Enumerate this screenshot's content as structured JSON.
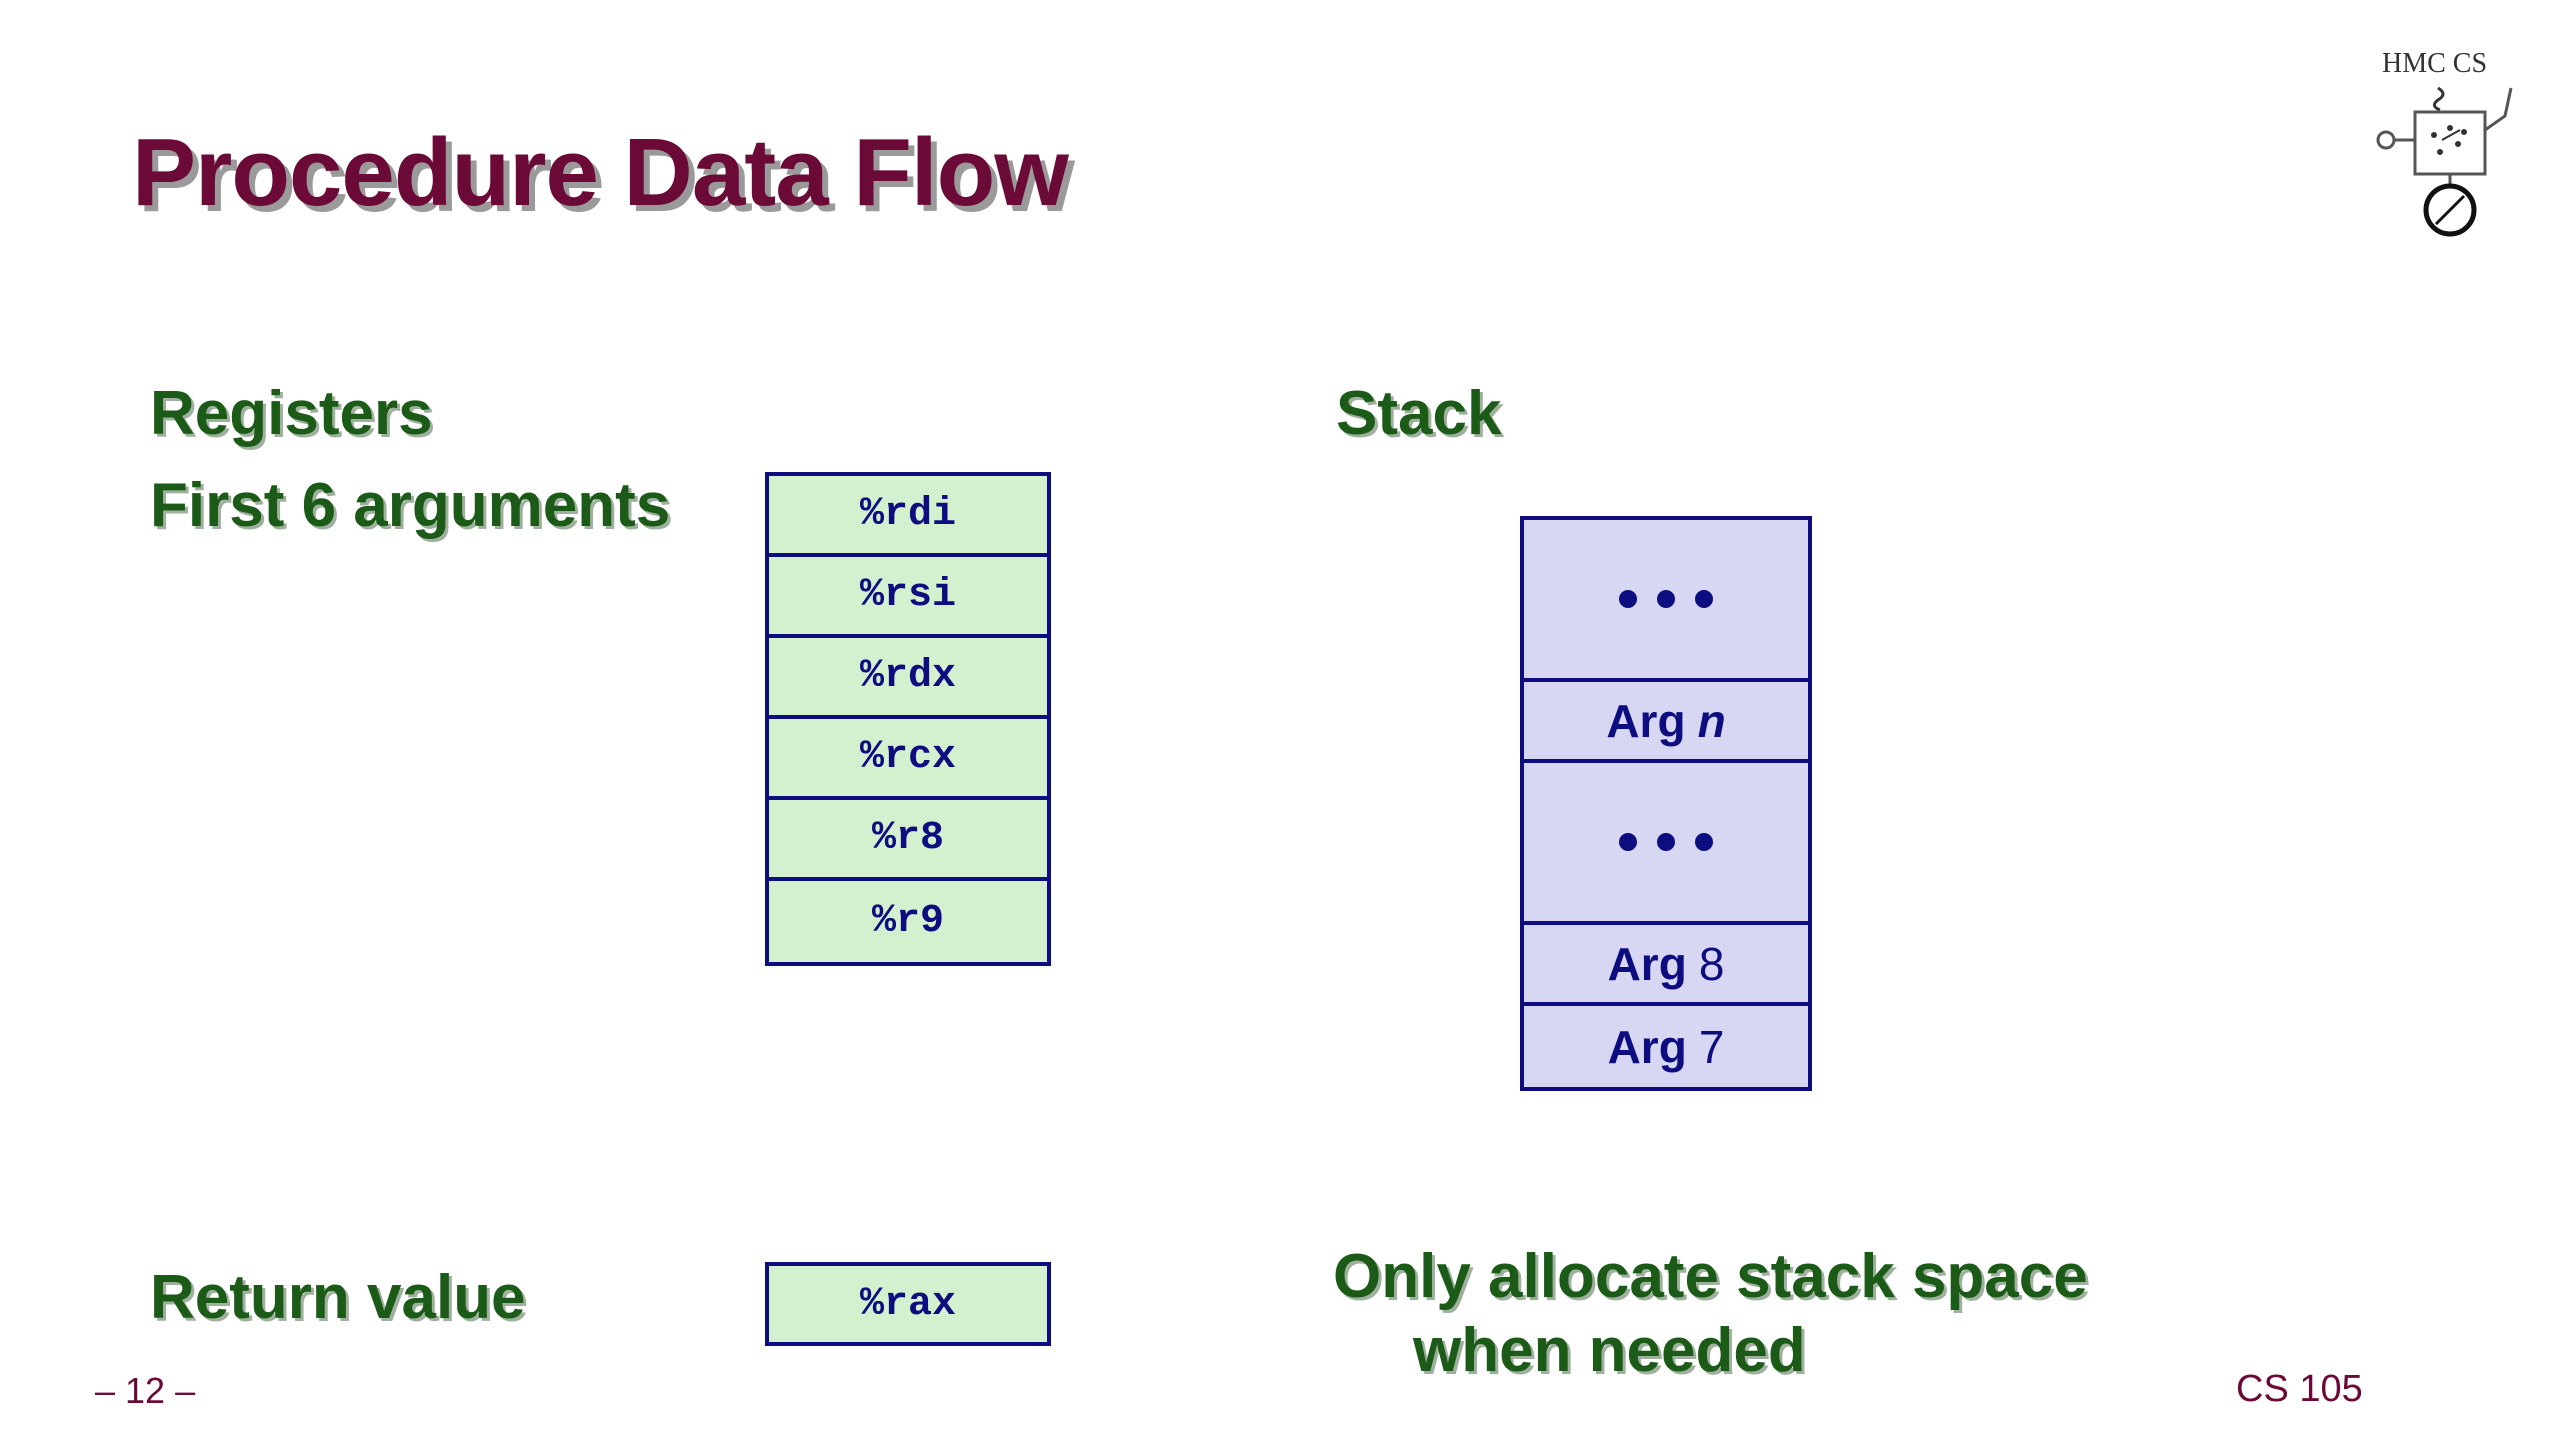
{
  "title": "Procedure Data Flow",
  "registers_heading": "Registers",
  "first_args_label": "First 6 arguments",
  "argument_registers": [
    "%rdi",
    "%rsi",
    "%rdx",
    "%rcx",
    "%r8",
    "%r9"
  ],
  "return_label": "Return value",
  "return_register": "%rax",
  "stack_heading": "Stack",
  "stack_cells": {
    "arg_n_word": "Arg",
    "arg_n_suffix": "n",
    "arg8_word": "Arg",
    "arg8_num": "8",
    "arg7_word": "Arg",
    "arg7_num": "7"
  },
  "note": {
    "line1": "Only allocate stack space",
    "line2": "when needed"
  },
  "footer": {
    "page": "– 12 –",
    "course": "CS 105"
  },
  "logo_text": "HMC CS",
  "colors": {
    "title": "#6b0a37",
    "labels": "#1b5a17",
    "register_fill": "#d3f0cf",
    "stack_fill": "#d7d7f4",
    "outline": "#0d0d80"
  }
}
